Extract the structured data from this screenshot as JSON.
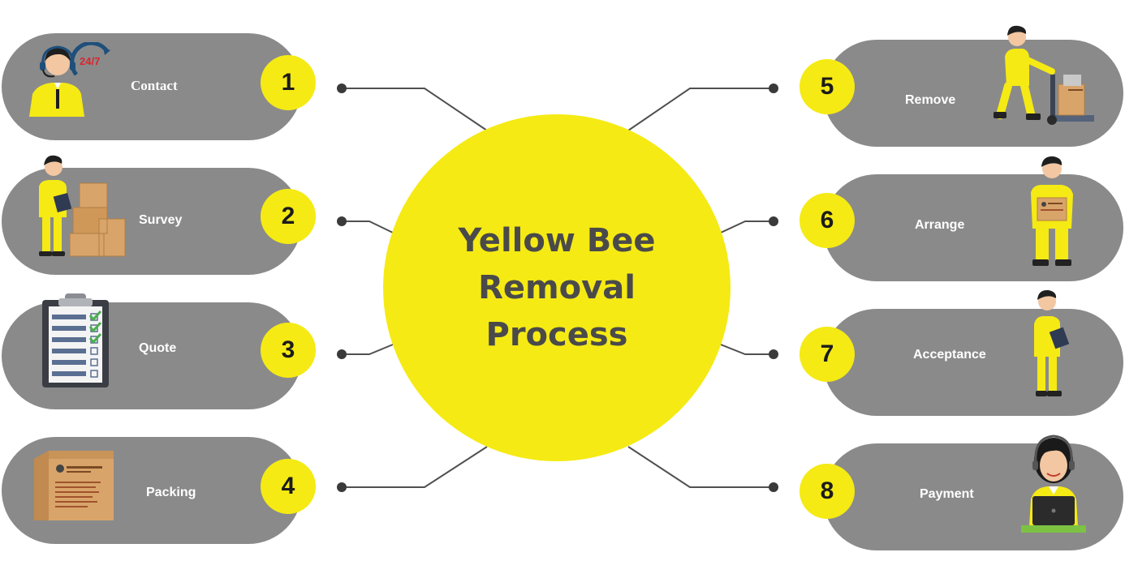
{
  "center": {
    "title_lines": [
      "Yellow Bee",
      "Removal",
      "Process"
    ]
  },
  "steps": [
    {
      "number": "1",
      "label": "Contact"
    },
    {
      "number": "2",
      "label": "Survey"
    },
    {
      "number": "3",
      "label": "Quote"
    },
    {
      "number": "4",
      "label": "Packing"
    },
    {
      "number": "5",
      "label": "Remove"
    },
    {
      "number": "6",
      "label": "Arrange"
    },
    {
      "number": "7",
      "label": "Acceptance"
    },
    {
      "number": "8",
      "label": "Payment"
    }
  ],
  "icons": [
    "call-center-agent-24-7-icon",
    "surveyor-with-boxes-icon",
    "checklist-clipboard-icon",
    "cardboard-box-icon",
    "worker-with-hand-truck-icon",
    "worker-carrying-box-icon",
    "worker-with-clipboard-icon",
    "operator-with-laptop-icon"
  ],
  "colors": {
    "accent_yellow": "#f5ea14",
    "pill_gray": "#8a8a8b",
    "connector_gray": "#505050",
    "title_text": "#4a4a4a",
    "badge_text": "#1b1b1b"
  }
}
